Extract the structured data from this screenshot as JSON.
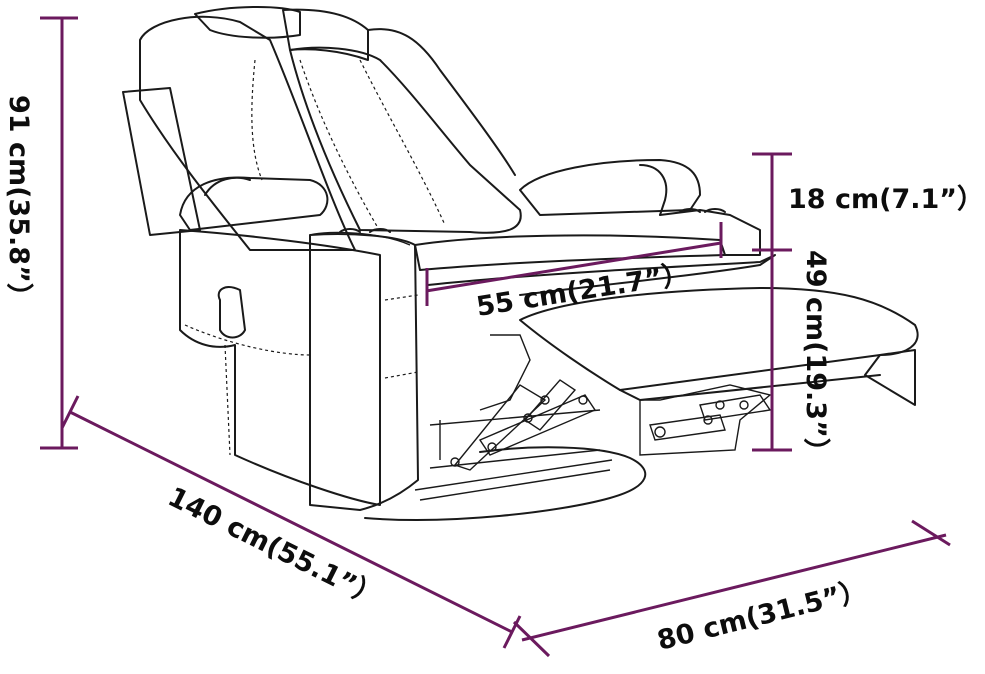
{
  "colors": {
    "dimension_line": "#6b1a5e",
    "outline": "#1a1a1a",
    "text": "#0d0d0d"
  },
  "dimensions": {
    "height": "91 cm(35.8”）",
    "length": "140 cm(55.1”）",
    "width": "80 cm(31.5”）",
    "seat_depth": "55 cm(21.7”）",
    "armrest_height": "18 cm(7.1”）",
    "seat_height": "49 cm(19.3”）"
  }
}
